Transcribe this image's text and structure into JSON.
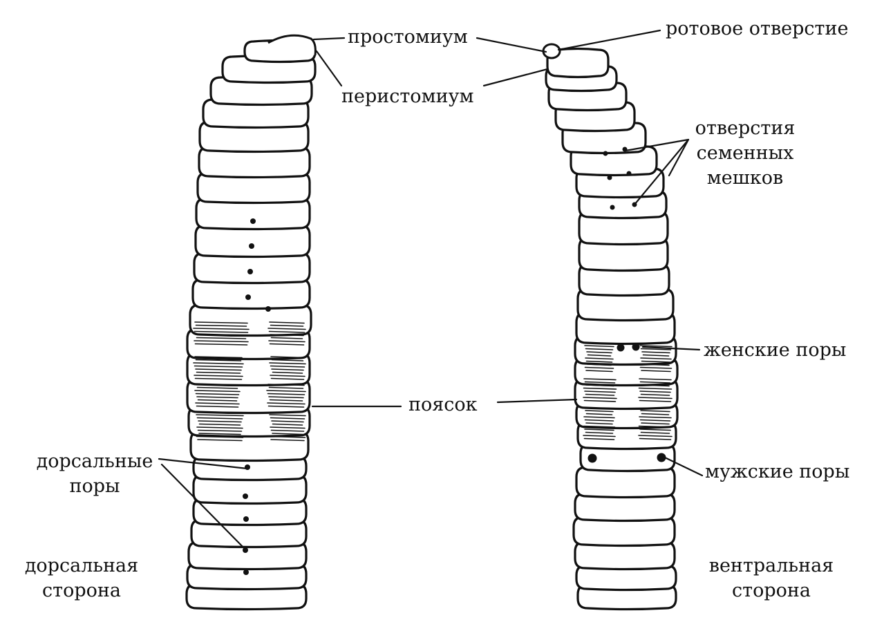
{
  "colors": {
    "ink": "#111111",
    "paper": "#ffffff"
  },
  "labels": {
    "prostomium": "простомиум",
    "peristomium": "перистомиум",
    "mouth": "ротовое отверстие",
    "seminal_line1": "отверстия",
    "seminal_line2": "семенных",
    "seminal_line3": "мешков",
    "female_pores": "женские поры",
    "clitellum": "поясок",
    "dorsal_pores_line1": "дорсальные",
    "dorsal_pores_line2": "поры",
    "male_pores": "мужские поры",
    "dorsal_side_line1": "дорсальная",
    "dorsal_side_line2": "сторона",
    "ventral_side_line1": "вентральная",
    "ventral_side_line2": "сторона"
  }
}
